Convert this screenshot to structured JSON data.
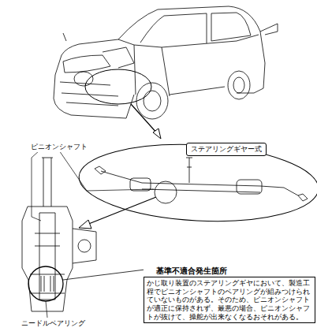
{
  "diagram": {
    "nodes": [
      {
        "text": [
          "ステアリングギヤー式"
        ]
      },
      {
        "text": [
          "基準不適合発生箇所",
          "かじ取り装置のステアリングギヤにおいて、製造工程でピニオンシャフトのベアリングが組みつけられていないものがある。そのため、ピニオンシャフトが適正に保持されず、最悪の場合、ピニオンシャフトが抜けて、操舵が出来なくなるおそれがある。"
        ]
      }
    ],
    "labels": [
      "ピニオンシャフト",
      "ニードルベアリング"
    ]
  }
}
